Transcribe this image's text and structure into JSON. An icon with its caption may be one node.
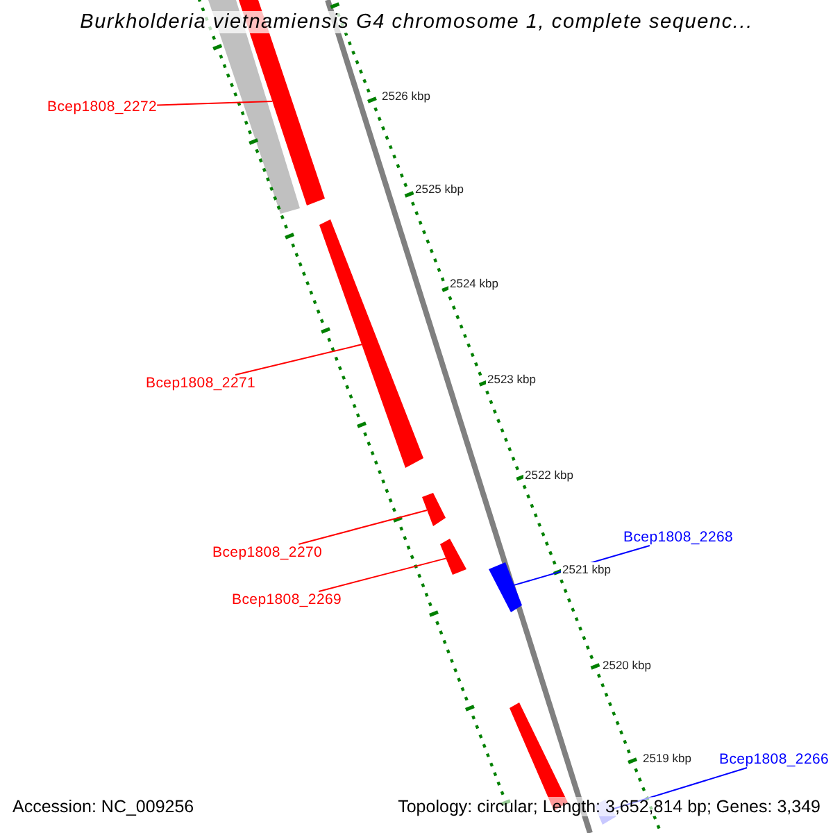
{
  "diagram": {
    "title": "Burkholderia vietnamiensis G4 chromosome 1, complete sequenc...",
    "nodes": [
      {
        "text": [
          "Bcep1808_2272"
        ]
      },
      {
        "text": [],
        "shape": "bar"
      },
      {
        "text": [
          "Bcep1808_2271"
        ]
      },
      {
        "text": [],
        "shape": "bar"
      },
      {
        "text": [
          "Bcep1808_2270"
        ]
      },
      {
        "text": [],
        "shape": "bar"
      },
      {
        "text": [
          "Bcep1808_2269"
        ]
      },
      {
        "text": [],
        "shape": "bar"
      },
      {
        "text": [
          "Bcep1808_2268"
        ]
      },
      {
        "text": [],
        "shape": "bar"
      },
      {
        "text": [
          "Bcep1808_2266"
        ]
      },
      {
        "text": [],
        "shape": "bar"
      }
    ],
    "edges": [
      {
        "from": 0,
        "to": 1,
        "arrow": "none"
      },
      {
        "from": 2,
        "to": 3,
        "arrow": "none"
      },
      {
        "from": 4,
        "to": 5,
        "arrow": "none"
      },
      {
        "from": 6,
        "to": 7,
        "arrow": "none"
      },
      {
        "from": 8,
        "to": 9,
        "arrow": "none",
        "color": "#0000ff"
      },
      {
        "from": 10,
        "to": 11,
        "arrow": "none",
        "color": "#0000ff"
      }
    ],
    "labels": [
      "2526 kbp",
      "2525 kbp",
      "2524 kbp",
      "2523 kbp",
      "2522 kbp",
      "2521 kbp",
      "2520 kbp",
      "2519 kbp",
      "Accession: NC_009256",
      "Topology: circular; Length: 3,652,814 bp; Genes: 3,349"
    ]
  }
}
